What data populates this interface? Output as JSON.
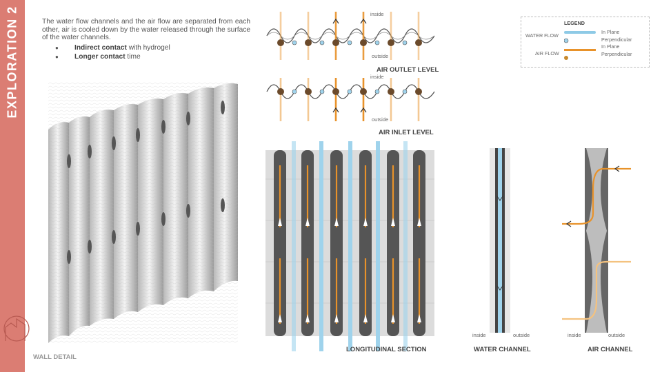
{
  "side_title": "EXPLORATION 2",
  "intro": {
    "text": "The water flow channels and the air flow are separated from each other, air is cooled down by the water released through the surface of the water channels.",
    "bullets": [
      {
        "bold": "Indirect contact",
        "rest": " with hydrogel"
      },
      {
        "bold": "Longer contact",
        "rest": " time"
      }
    ]
  },
  "labels": {
    "wall_detail": "WALL DETAIL",
    "air_outlet": "AIR OUTLET LEVEL",
    "air_inlet": "AIR INLET LEVEL",
    "longitudinal": "LONGITUDINAL SECTION",
    "water_channel": "WATER CHANNEL",
    "air_channel": "AIR CHANNEL",
    "inside": "inside",
    "outside": "outside"
  },
  "legend": {
    "title": "LEGEND",
    "water_flow": "WATER FLOW",
    "air_flow": "AIR FLOW",
    "in_plane": "In Plane",
    "perpendicular": "Perpendicular"
  },
  "colors": {
    "band": "#db7d73",
    "water": "#8ecae6",
    "air": "#e8922a",
    "wall_gray": "#d9d9d9"
  }
}
